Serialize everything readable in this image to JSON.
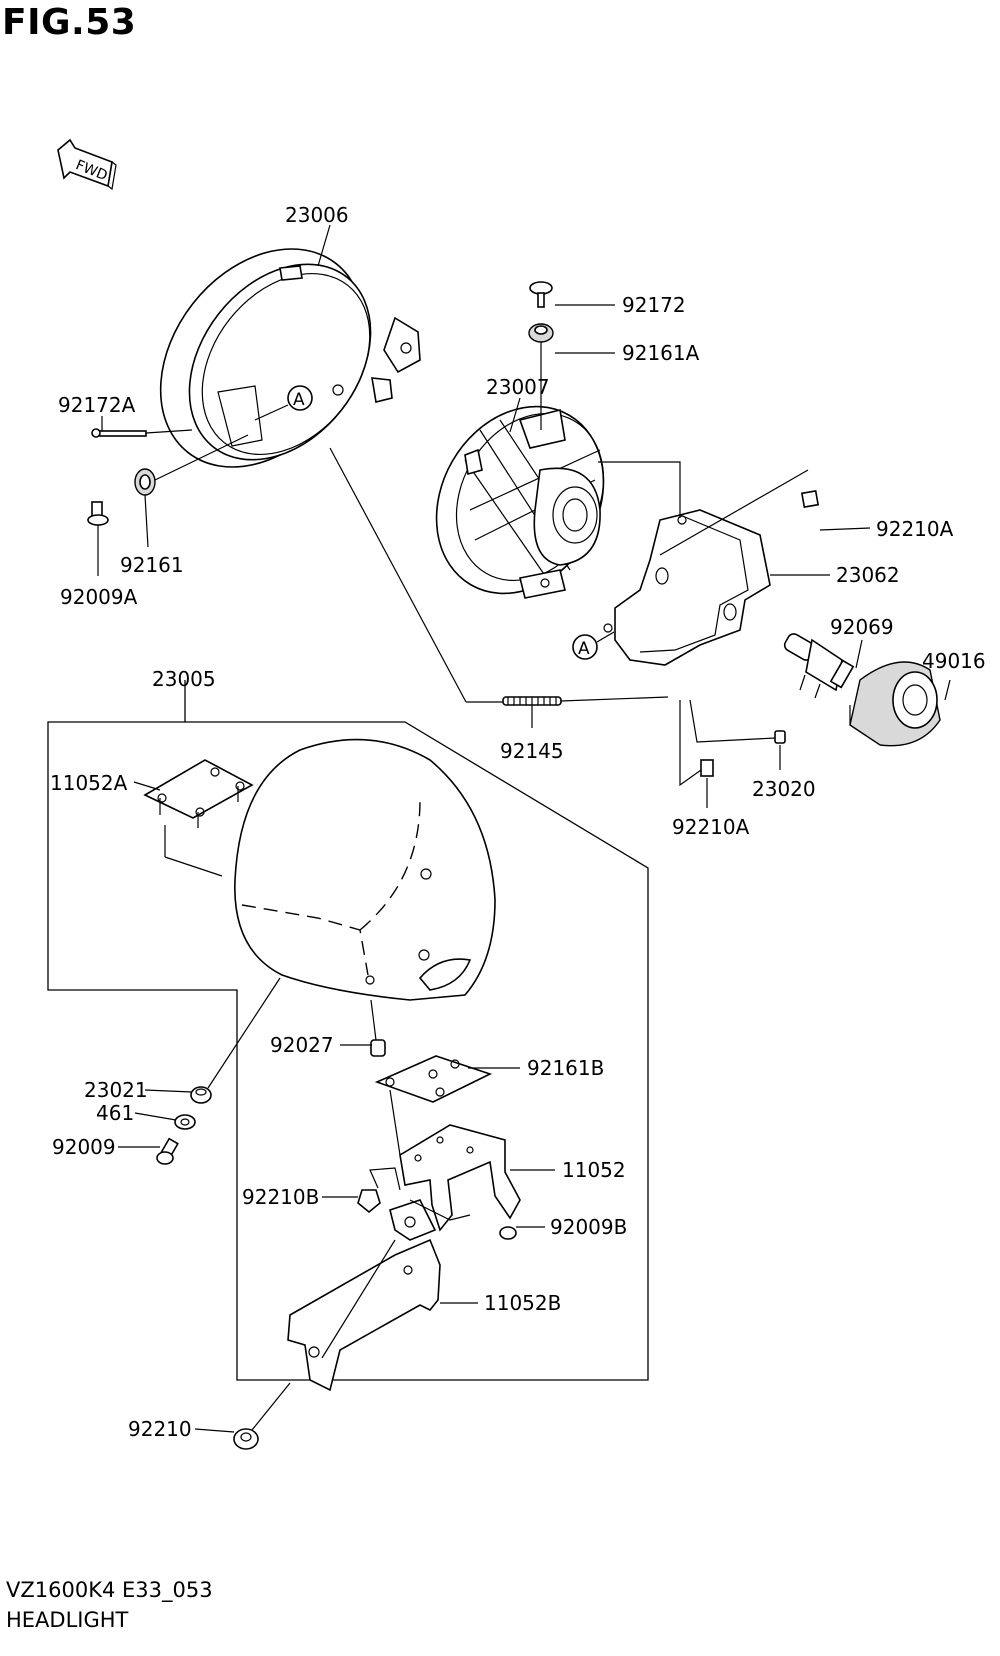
{
  "figure": {
    "title": "FIG.53",
    "code": "VZ1600K4 E33_053",
    "name": "HEADLIGHT",
    "fwd_label": "FWD",
    "ref_marker": "A"
  },
  "parts": [
    {
      "id": "p-23006",
      "number": "23006"
    },
    {
      "id": "p-92172",
      "number": "92172"
    },
    {
      "id": "p-92161A",
      "number": "92161A"
    },
    {
      "id": "p-23007",
      "number": "23007"
    },
    {
      "id": "p-92172A",
      "number": "92172A"
    },
    {
      "id": "p-92210A-top",
      "number": "92210A"
    },
    {
      "id": "p-23062",
      "number": "23062"
    },
    {
      "id": "p-92161",
      "number": "92161"
    },
    {
      "id": "p-92009A",
      "number": "92009A"
    },
    {
      "id": "p-92069",
      "number": "92069"
    },
    {
      "id": "p-49016",
      "number": "49016"
    },
    {
      "id": "p-23005",
      "number": "23005"
    },
    {
      "id": "p-92145",
      "number": "92145"
    },
    {
      "id": "p-11052A",
      "number": "11052A"
    },
    {
      "id": "p-23020",
      "number": "23020"
    },
    {
      "id": "p-92210A-bottom",
      "number": "92210A"
    },
    {
      "id": "p-92027",
      "number": "92027"
    },
    {
      "id": "p-92161B",
      "number": "92161B"
    },
    {
      "id": "p-23021",
      "number": "23021"
    },
    {
      "id": "p-461",
      "number": "461"
    },
    {
      "id": "p-92009",
      "number": "92009"
    },
    {
      "id": "p-11052",
      "number": "11052"
    },
    {
      "id": "p-92210B",
      "number": "92210B"
    },
    {
      "id": "p-92009B",
      "number": "92009B"
    },
    {
      "id": "p-11052B",
      "number": "11052B"
    },
    {
      "id": "p-92210",
      "number": "92210"
    }
  ]
}
